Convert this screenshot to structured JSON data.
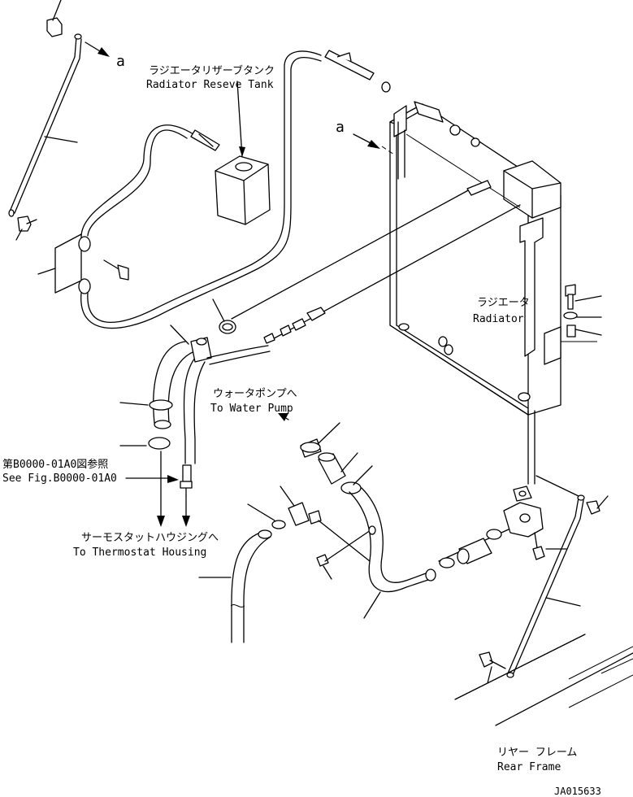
{
  "labels": {
    "reserve_tank_jp": "ラジエータリザーブタンク",
    "reserve_tank_en": "Radiator Reseve Tank",
    "radiator_jp": "ラジエータ",
    "radiator_en": "Radiator",
    "water_pump_jp": "ウォータポンプへ",
    "water_pump_en": "To Water Pump",
    "see_fig_jp": "第B0000-01A0図参照",
    "see_fig_en": "See Fig.B0000-01A0",
    "thermostat_jp": "サーモスタットハウジングへ",
    "thermostat_en": "To Thermostat Housing",
    "rear_frame_jp": "リヤー フレーム",
    "rear_frame_en": "Rear Frame",
    "ref_a_1": "a",
    "ref_a_2": "a",
    "drawing_no": "JA015633"
  }
}
